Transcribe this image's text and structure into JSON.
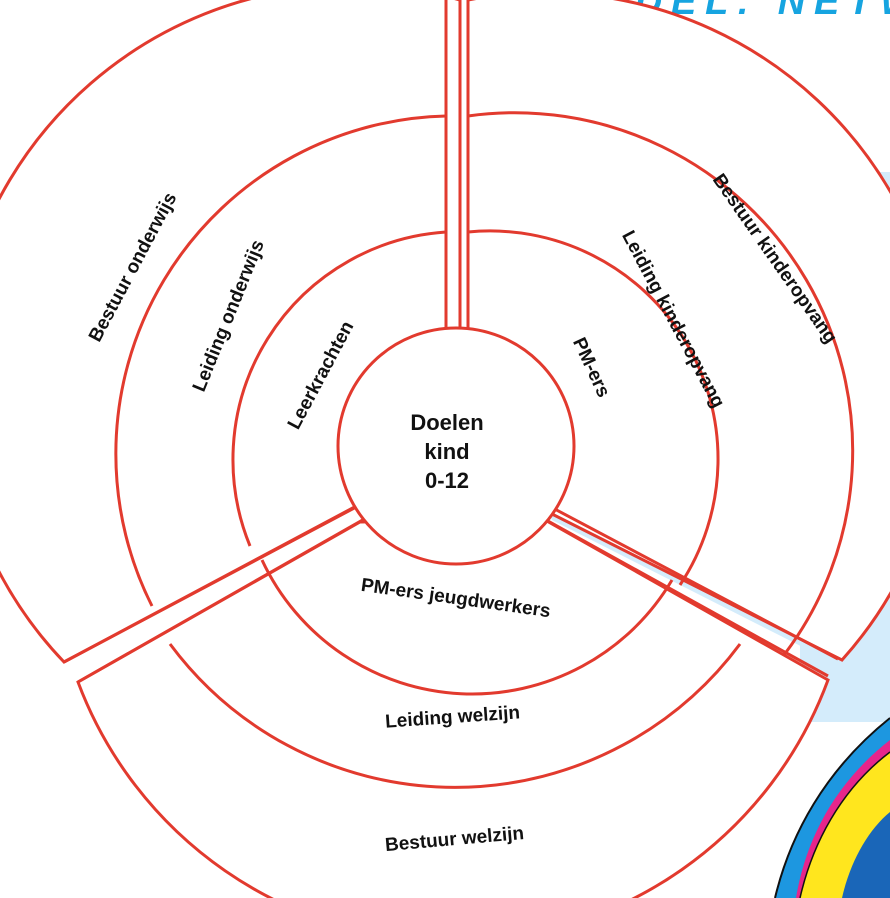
{
  "header": {
    "title_fragment": "MODEL: NETW"
  },
  "center": {
    "lines": [
      "Doelen",
      "kind",
      "0-12"
    ]
  },
  "sectors": {
    "onderwijs": {
      "inner": "Leerkrachten",
      "middle": "Leiding onderwijs",
      "outer": "Bestuur onderwijs"
    },
    "kinderopvang": {
      "inner": "PM-ers",
      "middle": "Leiding kinderopvang",
      "outer": "Bestuur kinderopvang"
    },
    "welzijn": {
      "inner": "PM-ers jeugdwerkers",
      "middle": "Leiding welzijn",
      "outer": "Bestuur welzijn"
    }
  },
  "colors": {
    "line": "#e23a2e",
    "panel": "#d4ecfb",
    "title": "#16a4e0",
    "umbrella": [
      "#1d97e0",
      "#e7258b",
      "#ffe61e",
      "#1a66b8"
    ]
  }
}
